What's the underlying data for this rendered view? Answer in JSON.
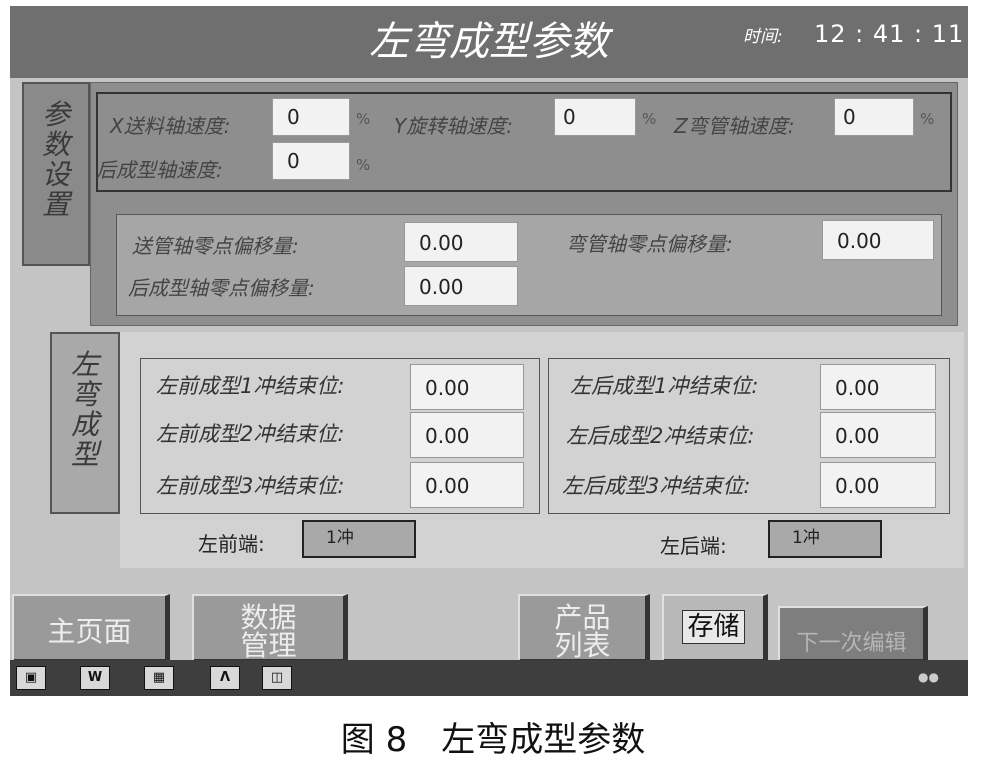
{
  "header": {
    "title": "左弯成型参数",
    "clock_label": "时间:",
    "clock_value": "12 : 41 : 11"
  },
  "tabs": {
    "params": "参数设置",
    "left_bend": "左弯成型"
  },
  "speed_section": {
    "x_label": "X送料轴速度:",
    "x_value": "0",
    "y_label": "Y旋转轴速度:",
    "y_value": "0",
    "z_label": "Z弯管轴速度:",
    "z_value": "0",
    "rear_label": "后成型轴速度:",
    "rear_value": "0",
    "unit": "%"
  },
  "offset_section": {
    "feed_label": "送管轴零点偏移量:",
    "feed_value": "0.00",
    "bend_label": "弯管轴零点偏移量:",
    "bend_value": "0.00",
    "rear_label": "后成型轴零点偏移量:",
    "rear_value": "0.00"
  },
  "front_forming": {
    "rows": [
      {
        "label": "左前成型1冲结束位:",
        "value": "0.00"
      },
      {
        "label": "左前成型2冲结束位:",
        "value": "0.00"
      },
      {
        "label": "左前成型3冲结束位:",
        "value": "0.00"
      }
    ],
    "end_label": "左前端:",
    "end_value": "1冲"
  },
  "rear_forming": {
    "rows": [
      {
        "label": "左后成型1冲结束位:",
        "value": "0.00"
      },
      {
        "label": "左后成型2冲结束位:",
        "value": "0.00"
      },
      {
        "label": "左后成型3冲结束位:",
        "value": "0.00"
      }
    ],
    "end_label": "左后端:",
    "end_value": "1冲"
  },
  "buttons": {
    "home": "主页面",
    "data_mgmt": "数据管理",
    "product_list": "产品列表",
    "save": "存储",
    "next_edit": "下一次编辑"
  },
  "taskbar": {
    "word_icon": "W"
  },
  "caption": "图 8　左弯成型参数"
}
